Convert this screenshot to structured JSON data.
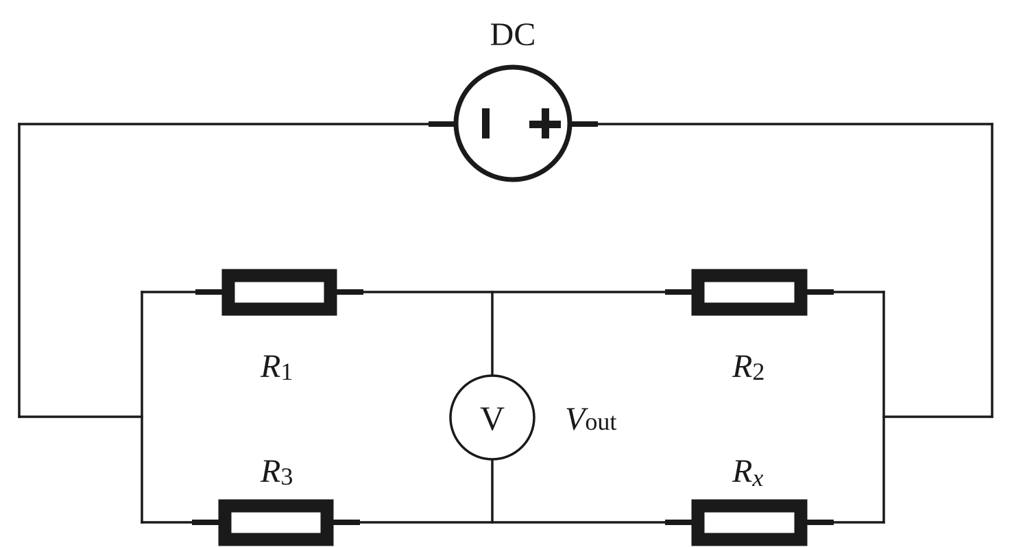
{
  "diagram": {
    "source": {
      "label": "DC",
      "negative_terminal": "−",
      "positive_terminal": "+"
    },
    "voltmeter": {
      "symbol": "V",
      "label_main": "V",
      "label_sub": "out"
    },
    "resistors": {
      "r1": {
        "main": "R",
        "sub": "1"
      },
      "r2": {
        "main": "R",
        "sub": "2"
      },
      "r3": {
        "main": "R",
        "sub": "3"
      },
      "rx": {
        "main": "R",
        "sub": "x"
      }
    }
  }
}
